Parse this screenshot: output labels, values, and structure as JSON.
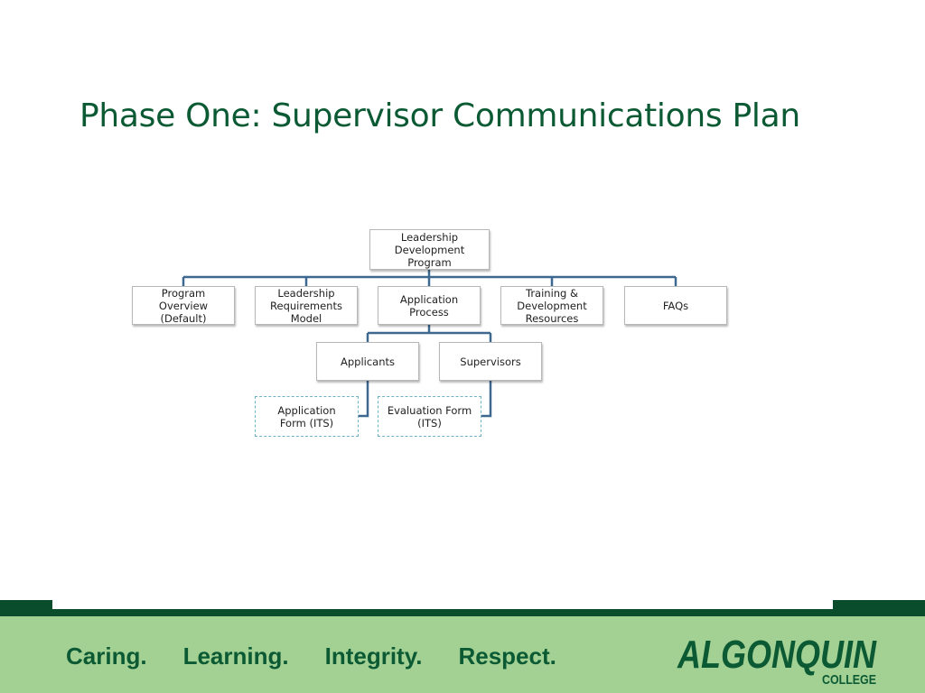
{
  "slide": {
    "title": "Phase One: Supervisor Communications Plan"
  },
  "diagram": {
    "root": "Leadership\nDevelopment\nProgram",
    "level1": [
      "Program\nOverview\n(Default)",
      "Leadership\nRequirements\nModel",
      "Application\nProcess",
      "Training &\nDevelopment\nResources",
      "FAQs"
    ],
    "level2": [
      "Applicants",
      "Supervisors"
    ],
    "level3": [
      "Application\nForm (ITS)",
      "Evaluation Form\n(ITS)"
    ]
  },
  "footer": {
    "values": [
      "Caring.",
      "Learning.",
      "Integrity.",
      "Respect."
    ],
    "logo_text": "ALGONQUIN",
    "logo_subtext": "COLLEGE"
  },
  "colors": {
    "title": "#0b5a34",
    "connector": "#3d6990",
    "footer_band": "#a3d194",
    "footer_bar": "#0a4d2d"
  }
}
